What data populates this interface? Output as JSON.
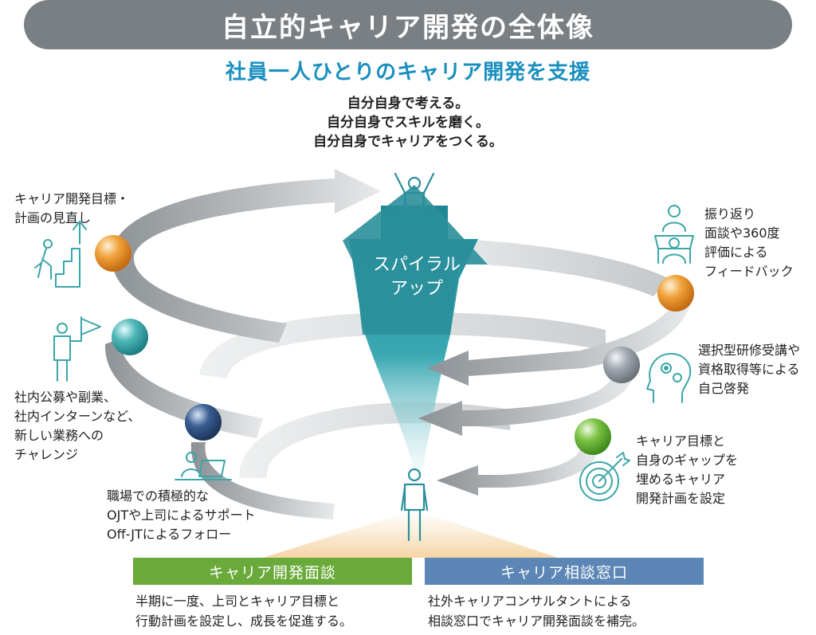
{
  "header": {
    "title": "自立的キャリア開発の全体像",
    "subtitle": "社員一人ひとりのキャリア開発を支援"
  },
  "center": {
    "lines": [
      "自分自身で考える。",
      "自分自身でスキルを磨く。",
      "自分自身でキャリアをつくる。"
    ],
    "spiral_label": [
      "スパイラル",
      "アップ"
    ]
  },
  "left_labels": {
    "review_plan": [
      "キャリア開発目標・",
      "計画の見直し"
    ],
    "challenge": [
      "社内公募や副業、",
      "社内インターンなど、",
      "新しい業務への",
      "チャレンジ"
    ],
    "ojt": [
      "職場での積極的な",
      "OJTや上司によるサポート",
      "Off-JTによるフォロー"
    ]
  },
  "right_labels": {
    "feedback": [
      "振り返り",
      "面談や360度",
      "評価による",
      "フィードバック"
    ],
    "training": [
      "選択型研修受講や",
      "資格取得等による",
      "自己啓発"
    ],
    "gap": [
      "キャリア目標と",
      "自身のギャップを",
      "埋めるキャリア",
      "開発計画を設定"
    ]
  },
  "bottom": {
    "left_box": {
      "label": "キャリア開発面談",
      "desc": [
        "半期に一度、上司とキャリア目標と",
        "行動計画を設定し、成長を促進する。"
      ]
    },
    "right_box": {
      "label": "キャリア相談窓口",
      "desc": [
        "社外キャリアコンサルタントによる",
        "相談窓口でキャリア開発面談を補完。"
      ]
    }
  },
  "colors": {
    "title_bg": "#7a7f83",
    "subtitle": "#1a8fbf",
    "teal": "#2a8f9a",
    "green_box": "#6aaa3a",
    "blue_box": "#5b86b5",
    "orange_ball": "#e8892a",
    "teal_ball": "#3aa6a8",
    "navy_ball": "#2d4f80",
    "gray_ball": "#8f97a0",
    "green_ball": "#6bb23a"
  },
  "icons": [
    "person-arms-up-icon",
    "walking-stairs-icon",
    "flag-person-icon",
    "laptop-person-icon",
    "meeting-icon",
    "head-gears-icon",
    "target-icon",
    "standing-person-icon"
  ]
}
